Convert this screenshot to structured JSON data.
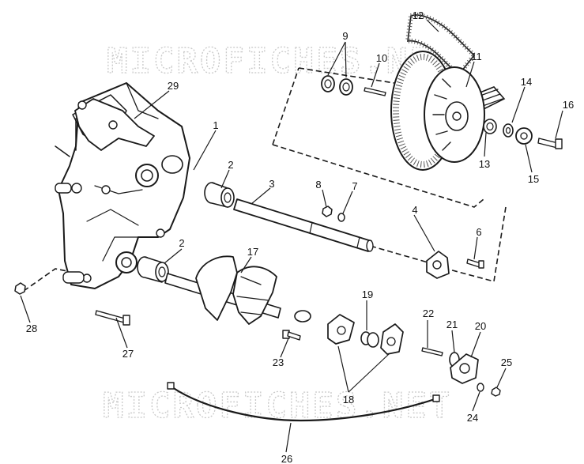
{
  "watermark": {
    "text_top": "MICROFICHES.NET",
    "text_bottom": "MICROFICHES.NET"
  },
  "callouts": {
    "n1": "1",
    "n2a": "2",
    "n2b": "2",
    "n3": "3",
    "n4": "4",
    "n6": "6",
    "n7": "7",
    "n8": "8",
    "n9": "9",
    "n10": "10",
    "n11": "11",
    "n12": "12",
    "n13": "13",
    "n14": "14",
    "n15": "15",
    "n16": "16",
    "n17": "17",
    "n18": "18",
    "n19": "19",
    "n20": "20",
    "n21": "21",
    "n22": "22",
    "n23": "23",
    "n24": "24",
    "n25": "25",
    "n26": "26",
    "n27": "27",
    "n28": "28",
    "n29": "29"
  },
  "colors": {
    "ink": "#1a1a1a",
    "watermark": "#c9c9c9",
    "belt_texture": "#555555",
    "background": "#ffffff"
  }
}
